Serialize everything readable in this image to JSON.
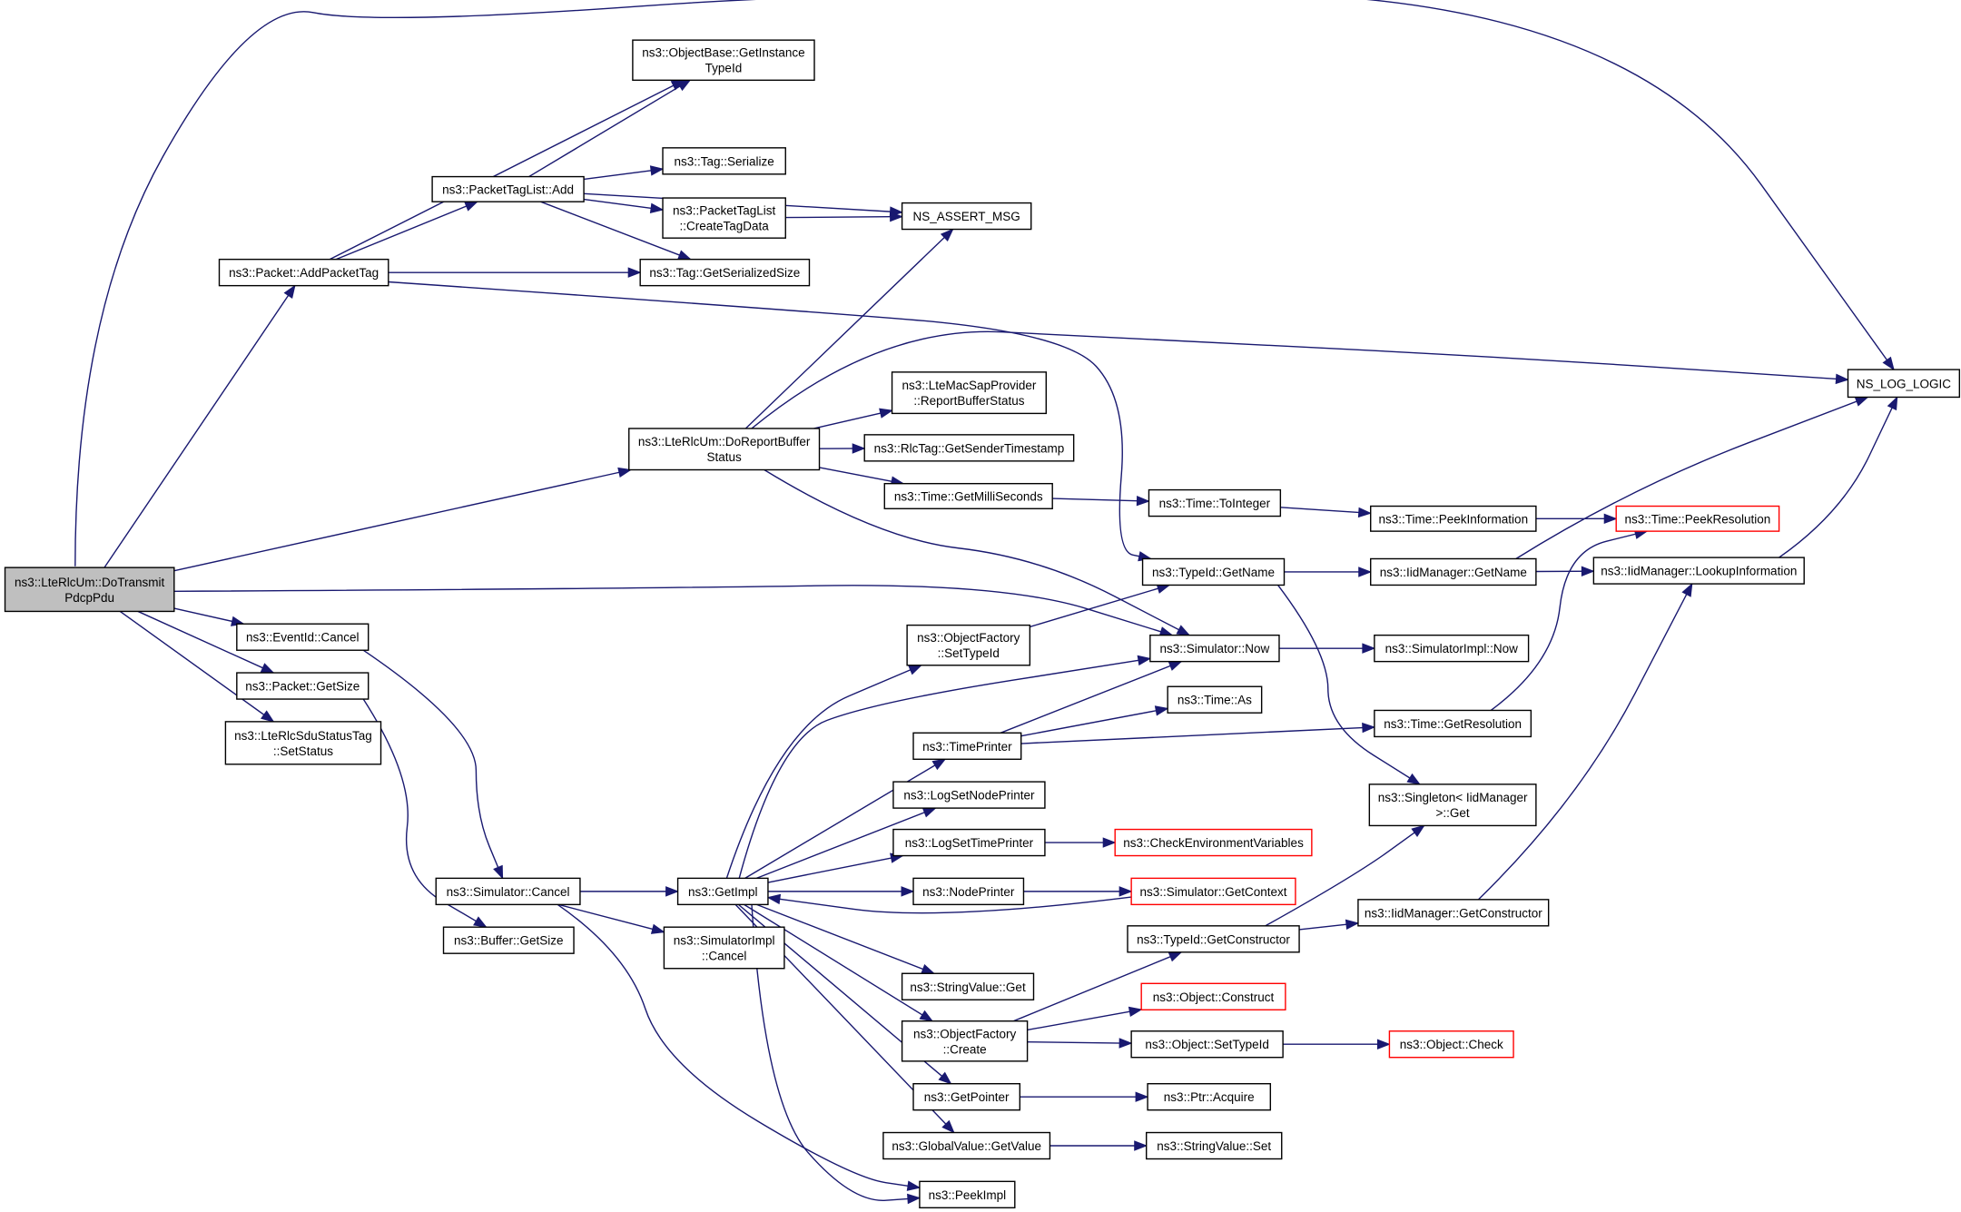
{
  "diagram": {
    "colors": {
      "edge": "#191970",
      "root_fill": "#bfbfbf",
      "missing_border": "#ff0000",
      "border": "#000000"
    },
    "nodes": [
      {
        "id": "root",
        "lines": [
          "ns3::LteRlcUm::DoTransmit",
          "PdcpPdu"
        ],
        "kind": "root"
      },
      {
        "id": "addPacketTag",
        "lines": [
          "ns3::Packet::AddPacketTag"
        ]
      },
      {
        "id": "eventIdCancel",
        "lines": [
          "ns3::EventId::Cancel"
        ]
      },
      {
        "id": "packetGetSize",
        "lines": [
          "ns3::Packet::GetSize"
        ]
      },
      {
        "id": "sduStatusTag",
        "lines": [
          "ns3::LteRlcSduStatusTag",
          "::SetStatus"
        ]
      },
      {
        "id": "packetTagListAdd",
        "lines": [
          "ns3::PacketTagList::Add"
        ]
      },
      {
        "id": "objectBaseGetInstance",
        "lines": [
          "ns3::ObjectBase::GetInstance",
          "TypeId"
        ]
      },
      {
        "id": "tagSerialize",
        "lines": [
          "ns3::Tag::Serialize"
        ]
      },
      {
        "id": "createTagData",
        "lines": [
          "ns3::PacketTagList",
          "::CreateTagData"
        ]
      },
      {
        "id": "tagGetSerializedSize",
        "lines": [
          "ns3::Tag::GetSerializedSize"
        ]
      },
      {
        "id": "nsAssertMsg",
        "lines": [
          "NS_ASSERT_MSG"
        ]
      },
      {
        "id": "doReportBufferStatus",
        "lines": [
          "ns3::LteRlcUm::DoReportBuffer",
          "Status"
        ]
      },
      {
        "id": "reportBufferStatus",
        "lines": [
          "ns3::LteMacSapProvider",
          "::ReportBufferStatus"
        ]
      },
      {
        "id": "rlcTagGetSender",
        "lines": [
          "ns3::RlcTag::GetSenderTimestamp"
        ]
      },
      {
        "id": "timeGetMilliSeconds",
        "lines": [
          "ns3::Time::GetMilliSeconds"
        ]
      },
      {
        "id": "timeToInteger",
        "lines": [
          "ns3::Time::ToInteger"
        ]
      },
      {
        "id": "timePeekInformation",
        "lines": [
          "ns3::Time::PeekInformation"
        ]
      },
      {
        "id": "timePeekResolution",
        "lines": [
          "ns3::Time::PeekResolution"
        ],
        "kind": "red"
      },
      {
        "id": "nsLogLogic",
        "lines": [
          "NS_LOG_LOGIC"
        ]
      },
      {
        "id": "typeIdGetName",
        "lines": [
          "ns3::TypeId::GetName"
        ]
      },
      {
        "id": "iidGetName",
        "lines": [
          "ns3::IidManager::GetName"
        ]
      },
      {
        "id": "iidLookupInformation",
        "lines": [
          "ns3::IidManager::LookupInformation"
        ]
      },
      {
        "id": "simulatorNow",
        "lines": [
          "ns3::Simulator::Now"
        ]
      },
      {
        "id": "simulatorImplNow",
        "lines": [
          "ns3::SimulatorImpl::Now"
        ]
      },
      {
        "id": "objectFactorySetTypeId",
        "lines": [
          "ns3::ObjectFactory",
          "::SetTypeId"
        ]
      },
      {
        "id": "timeAs",
        "lines": [
          "ns3::Time::As"
        ]
      },
      {
        "id": "timePrinter",
        "lines": [
          "ns3::TimePrinter"
        ]
      },
      {
        "id": "timeGetResolution",
        "lines": [
          "ns3::Time::GetResolution"
        ]
      },
      {
        "id": "singletonGet",
        "lines": [
          "ns3::Singleton< IidManager",
          ">::Get"
        ]
      },
      {
        "id": "logSetNodePrinter",
        "lines": [
          "ns3::LogSetNodePrinter"
        ]
      },
      {
        "id": "logSetTimePrinter",
        "lines": [
          "ns3::LogSetTimePrinter"
        ]
      },
      {
        "id": "checkEnvVars",
        "lines": [
          "ns3::CheckEnvironmentVariables"
        ],
        "kind": "red"
      },
      {
        "id": "simulatorCancel",
        "lines": [
          "ns3::Simulator::Cancel"
        ]
      },
      {
        "id": "getImpl",
        "lines": [
          "ns3::GetImpl"
        ]
      },
      {
        "id": "nodePrinter",
        "lines": [
          "ns3::NodePrinter"
        ]
      },
      {
        "id": "simulatorGetContext",
        "lines": [
          "ns3::Simulator::GetContext"
        ],
        "kind": "red"
      },
      {
        "id": "iidGetConstructor",
        "lines": [
          "ns3::IidManager::GetConstructor"
        ]
      },
      {
        "id": "typeIdGetConstructor",
        "lines": [
          "ns3::TypeId::GetConstructor"
        ]
      },
      {
        "id": "bufferGetSize",
        "lines": [
          "ns3::Buffer::GetSize"
        ]
      },
      {
        "id": "simulatorImplCancel",
        "lines": [
          "ns3::SimulatorImpl",
          "::Cancel"
        ]
      },
      {
        "id": "stringValueGet",
        "lines": [
          "ns3::StringValue::Get"
        ]
      },
      {
        "id": "objectConstruct",
        "lines": [
          "ns3::Object::Construct"
        ],
        "kind": "red"
      },
      {
        "id": "objectFactoryCreate",
        "lines": [
          "ns3::ObjectFactory",
          "::Create"
        ]
      },
      {
        "id": "objectSetTypeId",
        "lines": [
          "ns3::Object::SetTypeId"
        ]
      },
      {
        "id": "objectCheck",
        "lines": [
          "ns3::Object::Check"
        ],
        "kind": "red"
      },
      {
        "id": "getPointer",
        "lines": [
          "ns3::GetPointer"
        ]
      },
      {
        "id": "ptrAcquire",
        "lines": [
          "ns3::Ptr::Acquire"
        ]
      },
      {
        "id": "globalValueGetValue",
        "lines": [
          "ns3::GlobalValue::GetValue"
        ]
      },
      {
        "id": "stringValueSet",
        "lines": [
          "ns3::StringValue::Set"
        ]
      },
      {
        "id": "peekImpl",
        "lines": [
          "ns3::PeekImpl"
        ]
      }
    ],
    "edges": [
      [
        "root",
        "nsLogLogic"
      ],
      [
        "root",
        "addPacketTag"
      ],
      [
        "root",
        "doReportBufferStatus"
      ],
      [
        "root",
        "simulatorNow"
      ],
      [
        "root",
        "eventIdCancel"
      ],
      [
        "root",
        "packetGetSize"
      ],
      [
        "root",
        "sduStatusTag"
      ],
      [
        "addPacketTag",
        "objectBaseGetInstance"
      ],
      [
        "addPacketTag",
        "packetTagListAdd"
      ],
      [
        "addPacketTag",
        "tagGetSerializedSize"
      ],
      [
        "addPacketTag",
        "typeIdGetName"
      ],
      [
        "packetTagListAdd",
        "objectBaseGetInstance"
      ],
      [
        "packetTagListAdd",
        "nsAssertMsg"
      ],
      [
        "packetTagListAdd",
        "tagSerialize"
      ],
      [
        "packetTagListAdd",
        "createTagData"
      ],
      [
        "packetTagListAdd",
        "tagGetSerializedSize"
      ],
      [
        "createTagData",
        "nsAssertMsg"
      ],
      [
        "doReportBufferStatus",
        "nsAssertMsg"
      ],
      [
        "doReportBufferStatus",
        "nsLogLogic"
      ],
      [
        "doReportBufferStatus",
        "reportBufferStatus"
      ],
      [
        "doReportBufferStatus",
        "rlcTagGetSender"
      ],
      [
        "doReportBufferStatus",
        "timeGetMilliSeconds"
      ],
      [
        "doReportBufferStatus",
        "simulatorNow"
      ],
      [
        "timeGetMilliSeconds",
        "timeToInteger"
      ],
      [
        "timeToInteger",
        "timePeekInformation"
      ],
      [
        "timePeekInformation",
        "timePeekResolution"
      ],
      [
        "typeIdGetName",
        "iidGetName"
      ],
      [
        "typeIdGetName",
        "singletonGet"
      ],
      [
        "iidGetName",
        "nsLogLogic"
      ],
      [
        "iidGetName",
        "iidLookupInformation"
      ],
      [
        "iidLookupInformation",
        "nsLogLogic"
      ],
      [
        "simulatorNow",
        "simulatorImplNow"
      ],
      [
        "objectFactorySetTypeId",
        "typeIdGetName"
      ],
      [
        "timePrinter",
        "simulatorNow"
      ],
      [
        "timePrinter",
        "timeAs"
      ],
      [
        "timePrinter",
        "timeGetResolution"
      ],
      [
        "timeGetResolution",
        "timePeekResolution"
      ],
      [
        "eventIdCancel",
        "simulatorCancel"
      ],
      [
        "packetGetSize",
        "bufferGetSize"
      ],
      [
        "simulatorCancel",
        "getImpl"
      ],
      [
        "simulatorCancel",
        "simulatorImplCancel"
      ],
      [
        "simulatorCancel",
        "peekImpl"
      ],
      [
        "getImpl",
        "objectFactorySetTypeId"
      ],
      [
        "getImpl",
        "simulatorNow"
      ],
      [
        "getImpl",
        "timePrinter"
      ],
      [
        "getImpl",
        "logSetNodePrinter"
      ],
      [
        "getImpl",
        "logSetTimePrinter"
      ],
      [
        "getImpl",
        "nodePrinter"
      ],
      [
        "getImpl",
        "stringValueGet"
      ],
      [
        "getImpl",
        "objectFactoryCreate"
      ],
      [
        "getImpl",
        "getPointer"
      ],
      [
        "getImpl",
        "globalValueGetValue"
      ],
      [
        "getImpl",
        "peekImpl"
      ],
      [
        "logSetTimePrinter",
        "checkEnvVars"
      ],
      [
        "nodePrinter",
        "simulatorGetContext"
      ],
      [
        "simulatorGetContext",
        "getImpl"
      ],
      [
        "typeIdGetConstructor",
        "singletonGet"
      ],
      [
        "typeIdGetConstructor",
        "iidGetConstructor"
      ],
      [
        "iidGetConstructor",
        "iidLookupInformation"
      ],
      [
        "objectFactoryCreate",
        "typeIdGetConstructor"
      ],
      [
        "objectFactoryCreate",
        "objectConstruct"
      ],
      [
        "objectFactoryCreate",
        "objectSetTypeId"
      ],
      [
        "objectSetTypeId",
        "objectCheck"
      ],
      [
        "getPointer",
        "ptrAcquire"
      ],
      [
        "globalValueGetValue",
        "stringValueSet"
      ]
    ]
  }
}
